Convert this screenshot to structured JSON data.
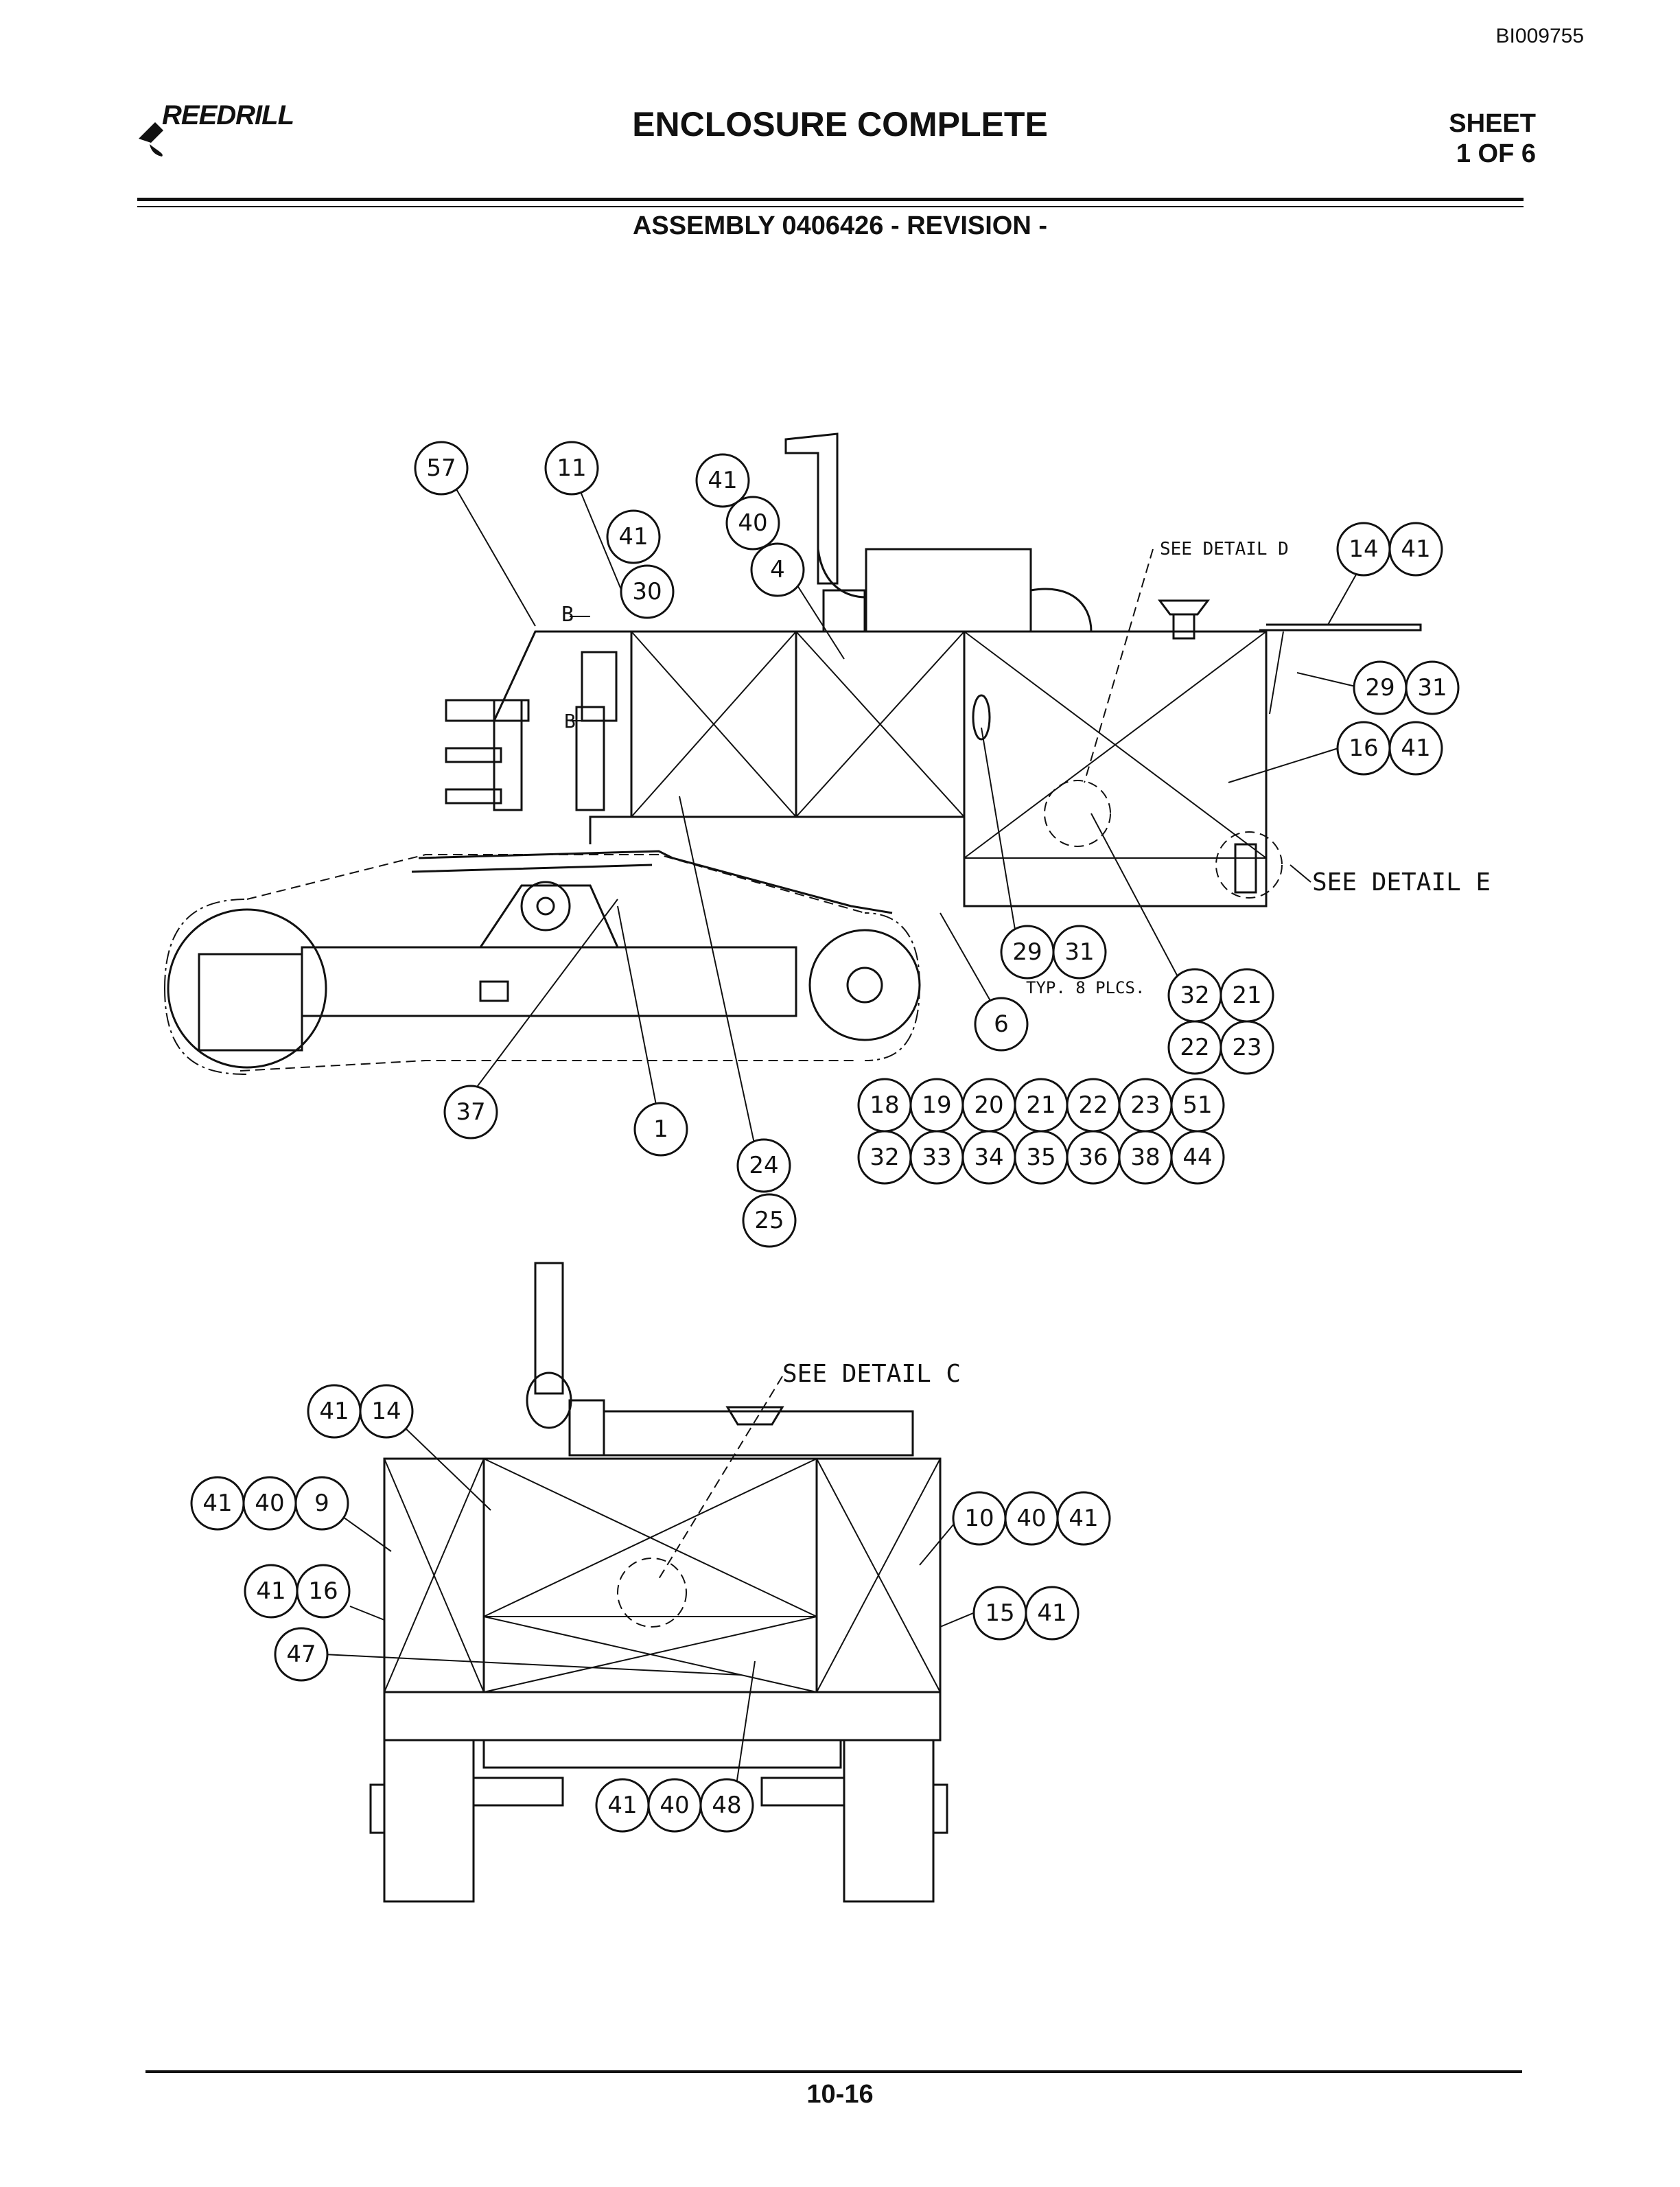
{
  "header": {
    "doc_id": "BI009755",
    "brand": "REEDRILL",
    "title": "ENCLOSURE COMPLETE",
    "sheet_label": "SHEET",
    "sheet_number": "1 OF 6",
    "assembly": "ASSEMBLY 0406426 - REVISION -"
  },
  "footer": {
    "page_number": "10-16"
  },
  "side_view": {
    "balloons": [
      "57",
      "11",
      "41",
      "30",
      "41",
      "40",
      "4",
      "14",
      "41",
      "29",
      "31",
      "16",
      "41",
      "29",
      "31",
      "6",
      "32",
      "21",
      "22",
      "23",
      "37",
      "1",
      "24",
      "25",
      "18",
      "19",
      "20",
      "21",
      "22",
      "23",
      "51",
      "32",
      "33",
      "34",
      "35",
      "36",
      "38",
      "44"
    ],
    "notes": {
      "detail_d": "SEE DETAIL D",
      "detail_e": "SEE DETAIL E",
      "typ": "TYP. 8 PLCS.",
      "section_b": "B",
      "section_b2": "B"
    }
  },
  "end_view": {
    "balloons": [
      "41",
      "14",
      "41",
      "40",
      "9",
      "41",
      "16",
      "47",
      "10",
      "40",
      "41",
      "15",
      "41",
      "41",
      "40",
      "48"
    ],
    "notes": {
      "detail_c": "SEE DETAIL C"
    }
  }
}
